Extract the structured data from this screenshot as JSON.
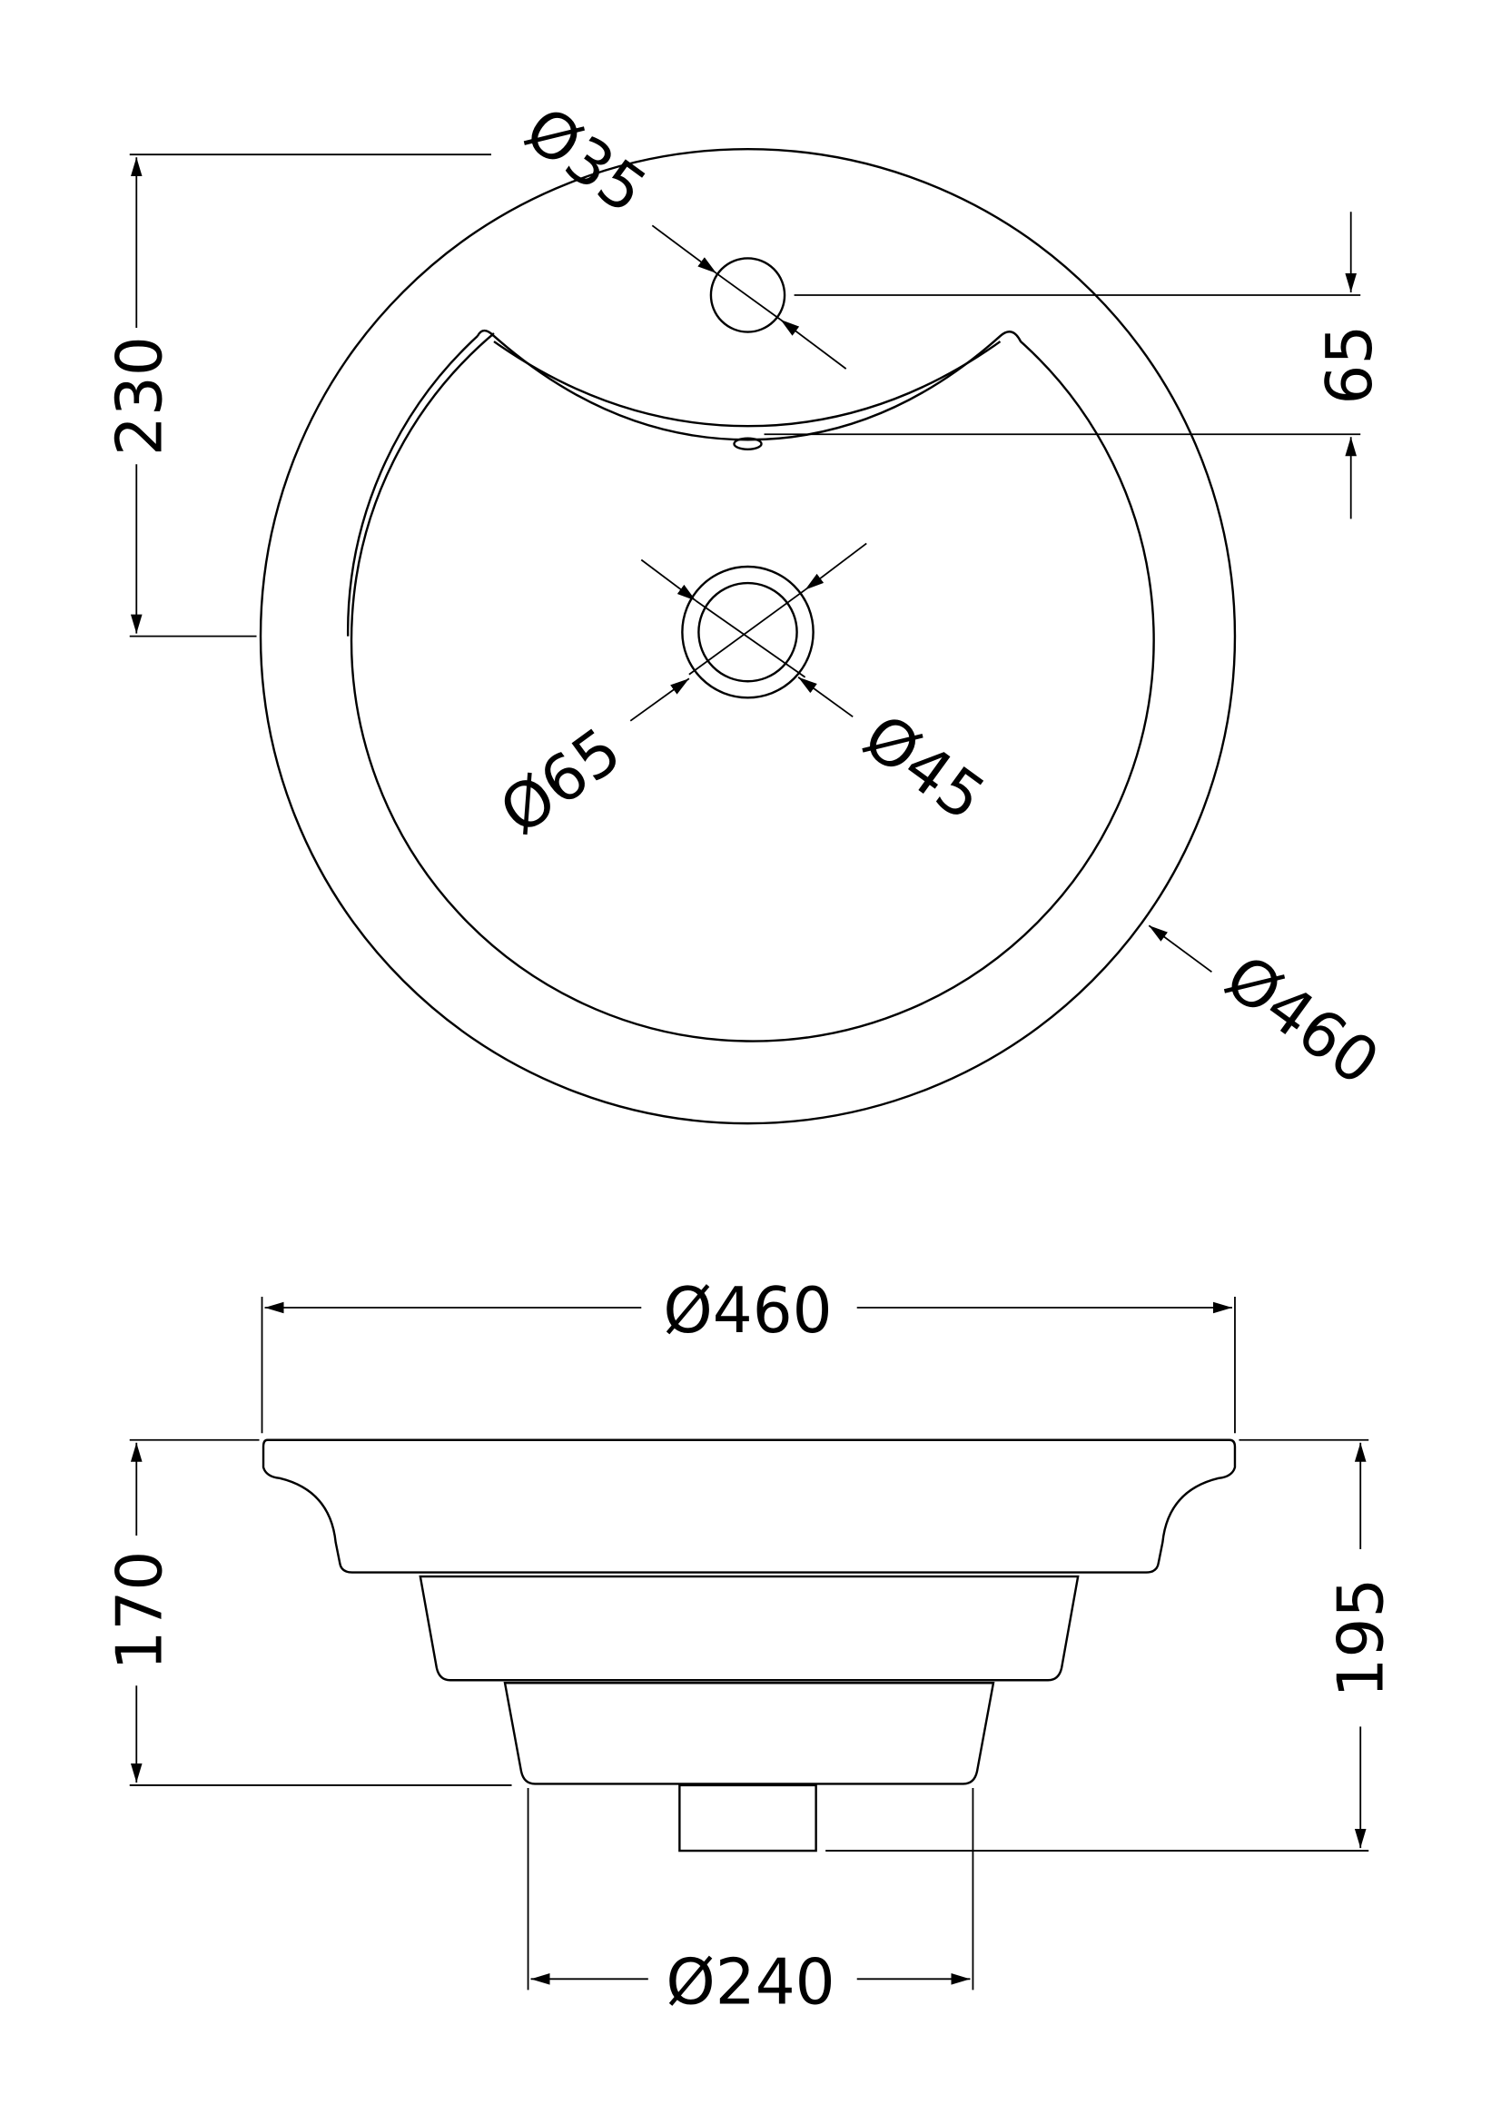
{
  "top_view": {
    "tap_hole_dia": "Ø35",
    "tap_offset": "65",
    "half_depth": "230",
    "waste_outer_dia": "Ø65",
    "waste_inner_dia": "Ø45",
    "overall_dia": "Ø460"
  },
  "side_view": {
    "overall_dia": "Ø460",
    "height_body": "170",
    "height_total": "195",
    "base_dia": "Ø240"
  },
  "colors": {
    "line": "#000000",
    "background": "#ffffff"
  }
}
